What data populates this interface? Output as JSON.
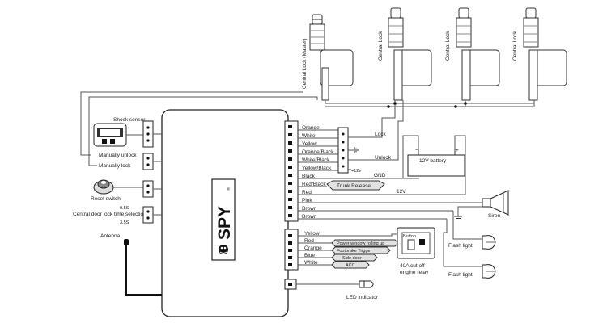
{
  "brand": "SPY",
  "registered_mark": "®",
  "actuators": [
    {
      "label": "Central Lock (Master)"
    },
    {
      "label": "Central Lock"
    },
    {
      "label": "Central Lock"
    },
    {
      "label": "Central Lock"
    }
  ],
  "left_inputs": {
    "shock_sensor": "Shock sensor",
    "manual_unlock": "Manually unlock",
    "manual_lock": "Manually lock",
    "reset_switch": "Reset switch",
    "door_lock_time": "Central door lock time selection",
    "time_short": "0.5S",
    "time_long": "3.5S",
    "antenna": "Antenna"
  },
  "top_wires": [
    "Orange",
    "White",
    "Yellow",
    "Orange/Black",
    "White/Black",
    "Yellow/Black",
    "Black",
    "Red/Black",
    "Red",
    "Pink",
    "Brown",
    "Brown"
  ],
  "bottom_wires": [
    "Yellow",
    "Red",
    "Orange",
    "Blue",
    "White"
  ],
  "right_labels": {
    "lock": "Lock",
    "unlock": "Unlock",
    "plus12v": "+12v",
    "gnd": "GND",
    "battery": "12V battery",
    "battery_minus": "−",
    "battery_plus": "+",
    "trunk_release": "Trunk Release",
    "v12": "12V",
    "siren": "Siren",
    "flash_light_1": "Flash light",
    "flash_light_2": "Flash light",
    "power_window": "Power window rolling up",
    "footbrake": "Footbrake Trigger",
    "side_door": "Side door −",
    "acc": "ACC",
    "relay": "40A cut off engine relay",
    "relay_line1": "40A cut off",
    "relay_line2": "engine relay",
    "relay_inner": "Button",
    "led": "LED indicator"
  },
  "colors": {
    "line": "#555555",
    "box_border": "#222222",
    "tag_fill": "#e2e2e2"
  }
}
